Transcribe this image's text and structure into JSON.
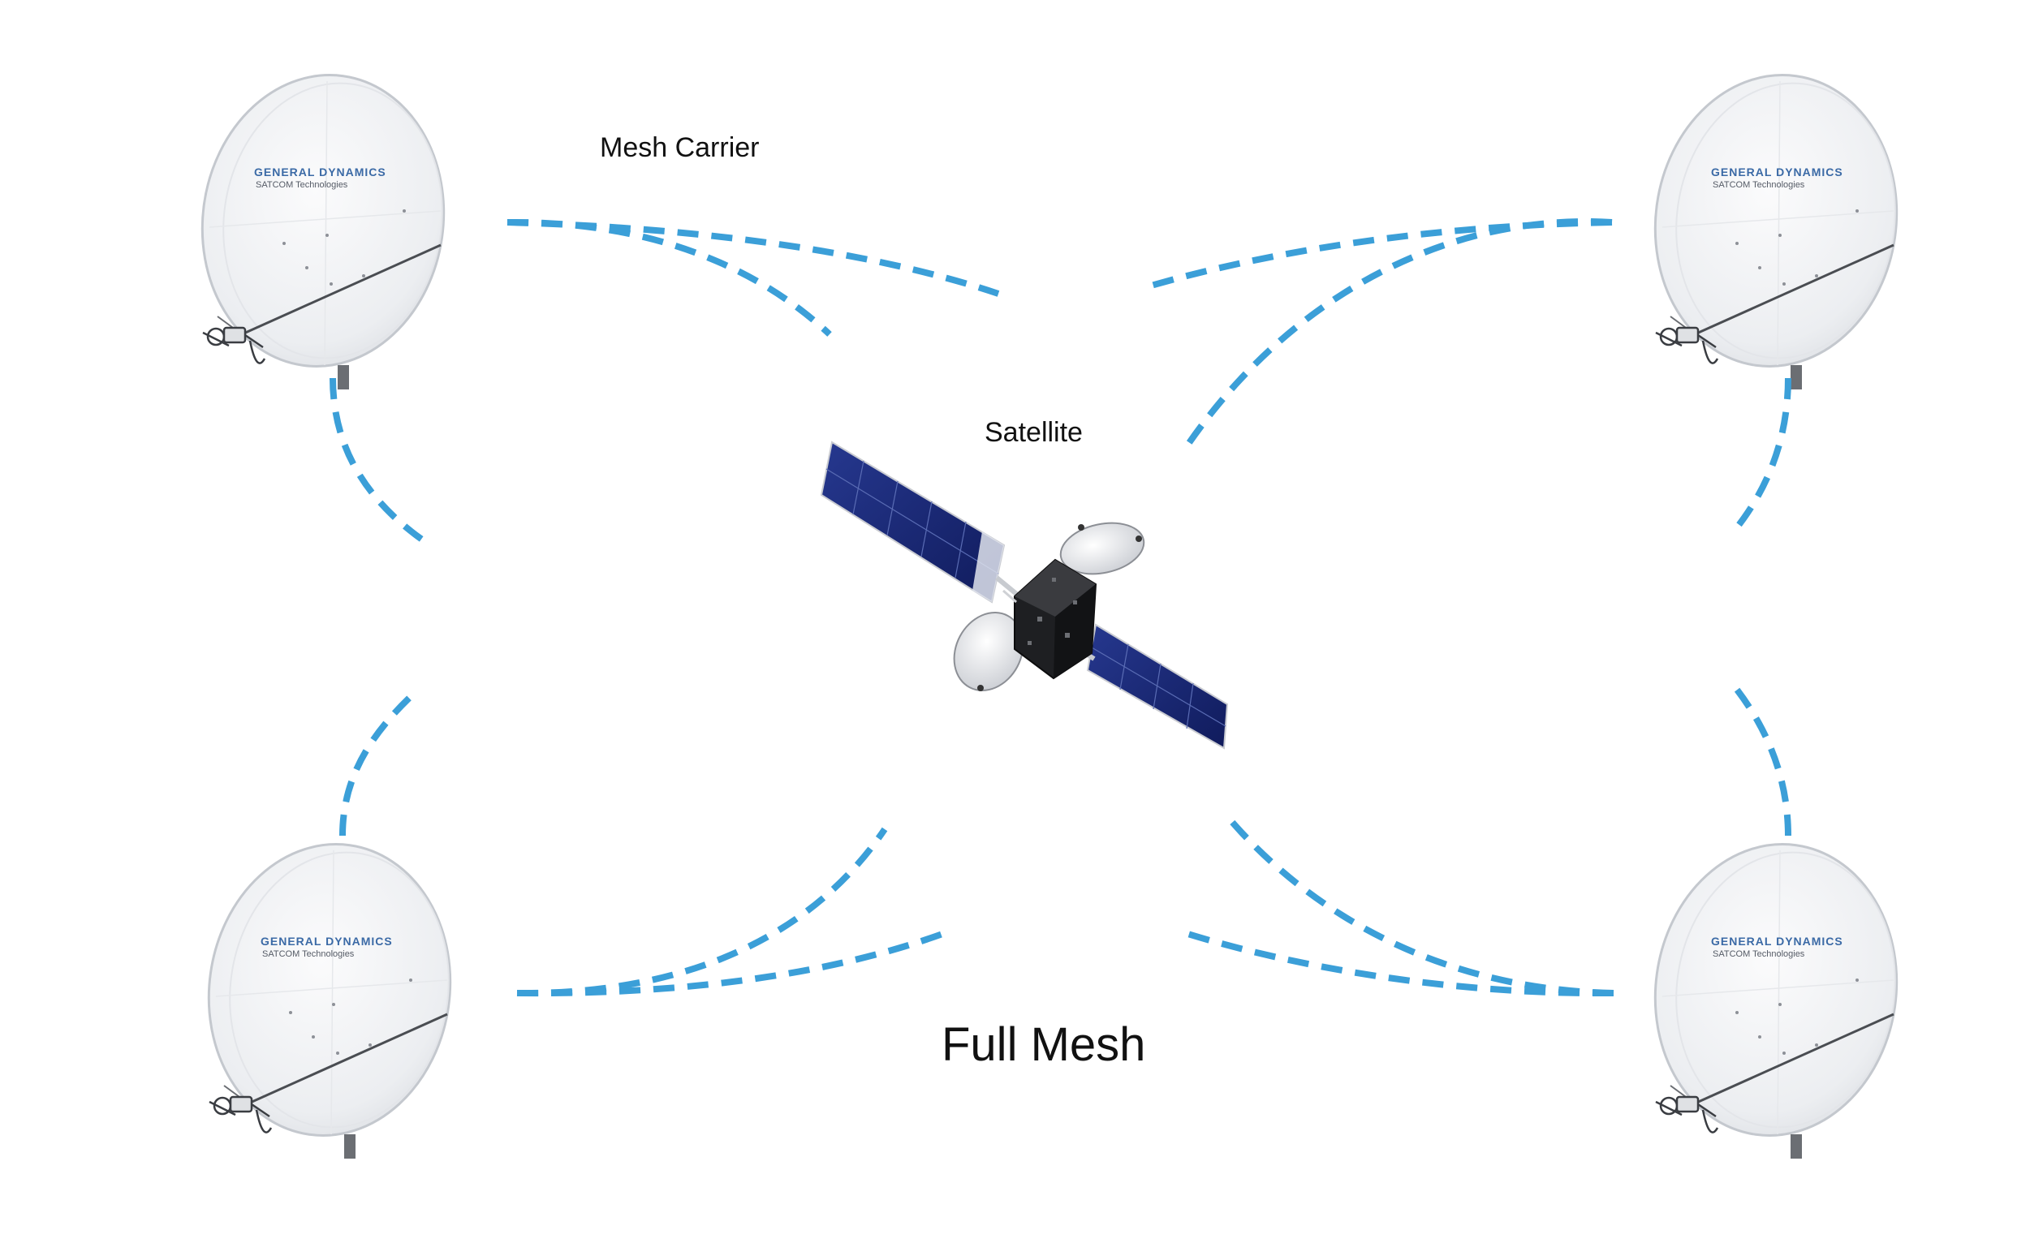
{
  "labels": {
    "mesh_carrier": "Mesh Carrier",
    "satellite": "Satellite",
    "title": "Full Mesh"
  },
  "antenna_branding": {
    "brand": "GENERAL DYNAMICS",
    "sub": "SATCOM Technologies"
  },
  "colors": {
    "link": "#3b9fd8",
    "solar_panel": "#1c2d7a",
    "brand": "#3b6aa6"
  },
  "icons": [
    "satellite-dish-icon",
    "satellite-icon"
  ]
}
